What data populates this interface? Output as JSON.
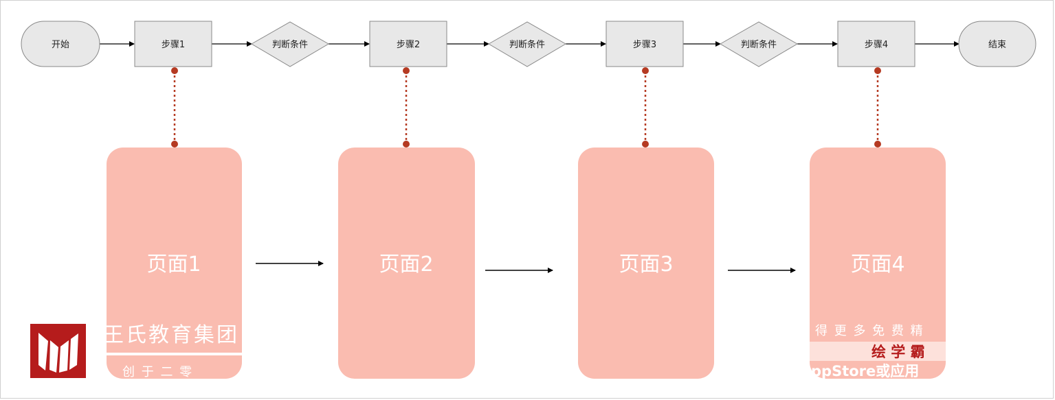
{
  "flow": {
    "start": "开始",
    "end": "结束",
    "steps": [
      "步骤1",
      "步骤2",
      "步骤3",
      "步骤4"
    ],
    "conditions": [
      "判断条件",
      "判断条件",
      "判断条件"
    ]
  },
  "pages": [
    "页面1",
    "页面2",
    "页面3",
    "页面4"
  ],
  "watermark_left": {
    "title": "王氏教育集团",
    "subtitle": "创 于 二 零"
  },
  "watermark_right": {
    "line1": "得 更 多 免 费 精",
    "line2": "绘 学 霸",
    "line3": "ppStore或应用"
  },
  "colors": {
    "node_fill": "#e8e8e8",
    "node_stroke": "#888888",
    "page_fill": "#fabcb0",
    "connector": "#b53a22",
    "arrow": "#000000",
    "logo": "#b51c1c"
  }
}
